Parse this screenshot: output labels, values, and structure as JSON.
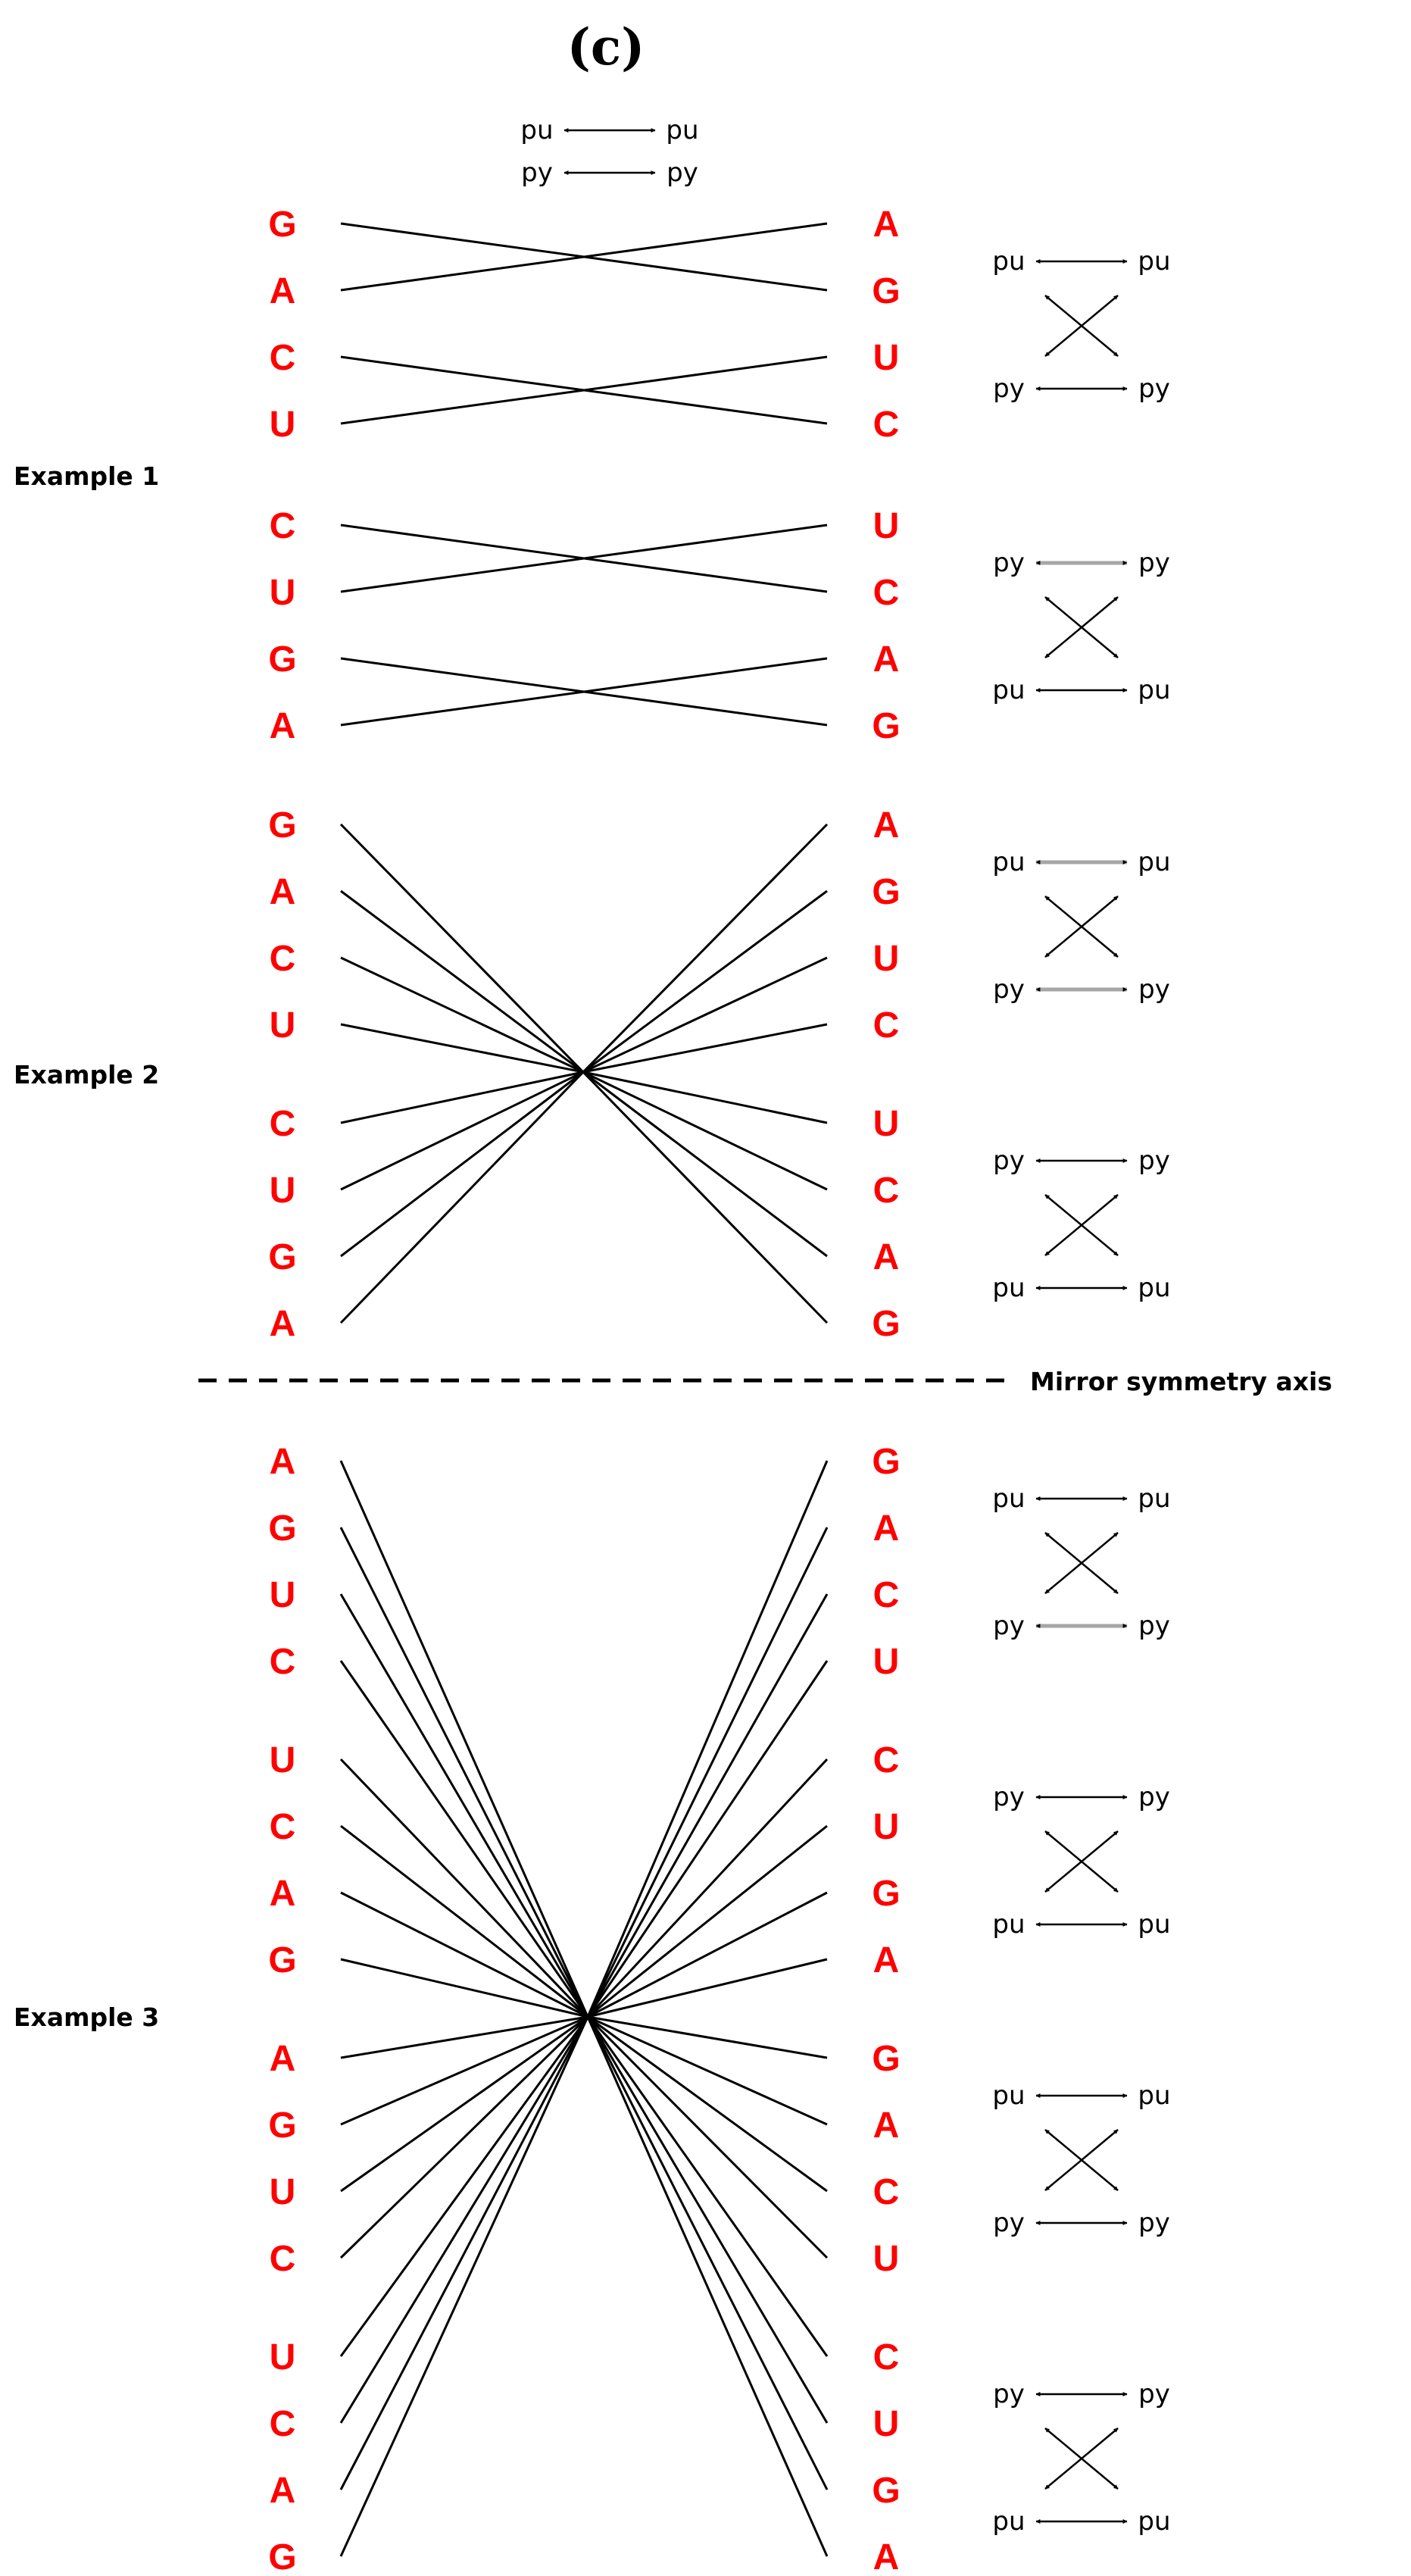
{
  "title": "(c)",
  "legend_top": [
    [
      "pu",
      "pu"
    ],
    [
      "py",
      "py"
    ]
  ],
  "examples": [
    {
      "label": "Example 1",
      "groups": [
        {
          "left": [
            "G",
            "A",
            "C",
            "U"
          ],
          "right": [
            "A",
            "G",
            "U",
            "C"
          ],
          "cross": {
            "top": [
              "pu",
              "pu"
            ],
            "bottom": [
              "py",
              "py"
            ],
            "gray_top": false,
            "gray_bottom": false
          }
        },
        {
          "left": [
            "C",
            "U",
            "G",
            "A"
          ],
          "right": [
            "U",
            "C",
            "A",
            "G"
          ],
          "cross": {
            "top": [
              "py",
              "py"
            ],
            "bottom": [
              "pu",
              "pu"
            ],
            "gray_top": true,
            "gray_bottom": false
          }
        }
      ]
    },
    {
      "label": "Example 2",
      "groups": [
        {
          "left": [
            "G",
            "A",
            "C",
            "U"
          ],
          "right": [
            "A",
            "G",
            "U",
            "C"
          ],
          "cross": {
            "top": [
              "pu",
              "pu"
            ],
            "bottom": [
              "py",
              "py"
            ],
            "gray_top": true,
            "gray_bottom": true
          }
        },
        {
          "left": [
            "C",
            "U",
            "G",
            "A"
          ],
          "right": [
            "U",
            "C",
            "A",
            "G"
          ],
          "cross": {
            "top": [
              "py",
              "py"
            ],
            "bottom": [
              "pu",
              "pu"
            ],
            "gray_top": false,
            "gray_bottom": false
          }
        }
      ]
    },
    {
      "label": "Example 3",
      "groups": [
        {
          "left": [
            "A",
            "G",
            "U",
            "C"
          ],
          "right": [
            "G",
            "A",
            "C",
            "U"
          ],
          "cross": {
            "top": [
              "pu",
              "pu"
            ],
            "bottom": [
              "py",
              "py"
            ],
            "gray_top": false,
            "gray_bottom": true
          }
        },
        {
          "left": [
            "U",
            "C",
            "A",
            "G"
          ],
          "right": [
            "C",
            "U",
            "G",
            "A"
          ],
          "cross": {
            "top": [
              "py",
              "py"
            ],
            "bottom": [
              "pu",
              "pu"
            ],
            "gray_top": false,
            "gray_bottom": false
          }
        },
        {
          "left": [
            "A",
            "G",
            "U",
            "C"
          ],
          "right": [
            "G",
            "A",
            "C",
            "U"
          ],
          "cross": {
            "top": [
              "pu",
              "pu"
            ],
            "bottom": [
              "py",
              "py"
            ],
            "gray_top": false,
            "gray_bottom": false
          }
        },
        {
          "left": [
            "U",
            "C",
            "A",
            "G"
          ],
          "right": [
            "C",
            "U",
            "G",
            "A"
          ],
          "cross": {
            "top": [
              "py",
              "py"
            ],
            "bottom": [
              "pu",
              "pu"
            ],
            "gray_top": false,
            "gray_bottom": false
          }
        }
      ]
    }
  ],
  "axis_label": "Mirror symmetry axis",
  "colors": {
    "base": "#ff0000",
    "line": "#000000",
    "arrow": "#000000",
    "gray_arrow": "#a6a6a6"
  }
}
